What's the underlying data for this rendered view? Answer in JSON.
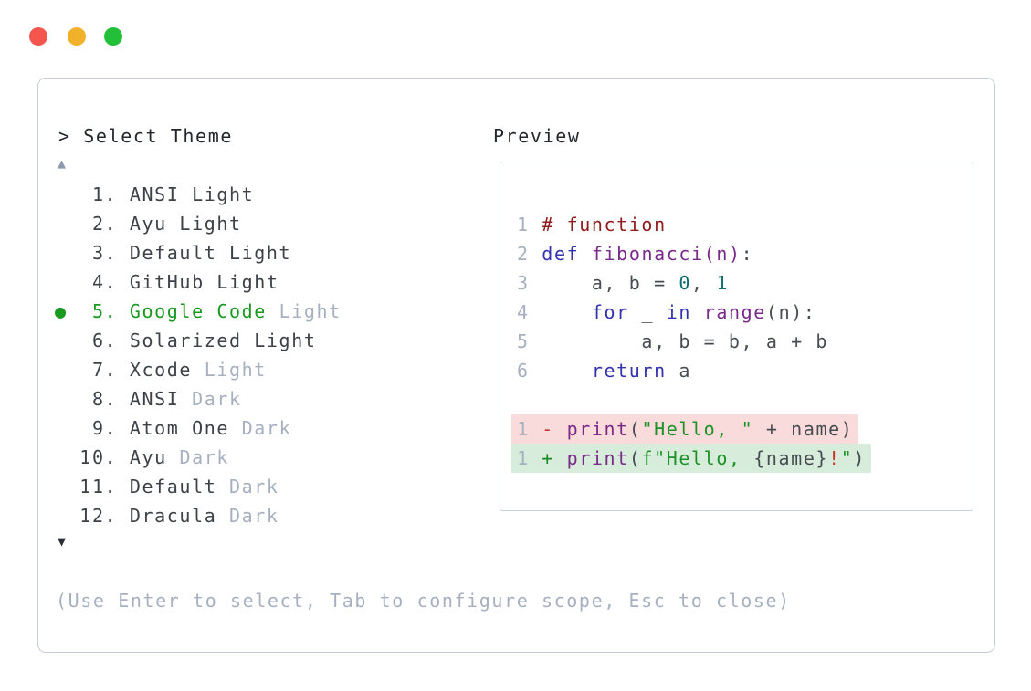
{
  "window": {
    "traffic_lights": [
      {
        "name": "close",
        "color": "#f4564d"
      },
      {
        "name": "minimize",
        "color": "#f1b12b"
      },
      {
        "name": "zoom",
        "color": "#22c038"
      }
    ]
  },
  "prompt": {
    "text": "> Select Theme"
  },
  "scroll": {
    "up_symbol": "▲",
    "down_symbol": "▼"
  },
  "theme_list": {
    "items": [
      {
        "num": " 1.",
        "name": "ANSI Light",
        "variant": "",
        "selected": false
      },
      {
        "num": " 2.",
        "name": "Ayu Light",
        "variant": "",
        "selected": false
      },
      {
        "num": " 3.",
        "name": "Default Light",
        "variant": "",
        "selected": false
      },
      {
        "num": " 4.",
        "name": "GitHub Light",
        "variant": "",
        "selected": false
      },
      {
        "num": " 5.",
        "name": "Google Code",
        "variant": "Light",
        "selected": true
      },
      {
        "num": " 6.",
        "name": "Solarized Light",
        "variant": "",
        "selected": false
      },
      {
        "num": " 7.",
        "name": "Xcode",
        "variant": "Light",
        "selected": false
      },
      {
        "num": " 8.",
        "name": "ANSI",
        "variant": "Dark",
        "selected": false
      },
      {
        "num": " 9.",
        "name": "Atom One",
        "variant": "Dark",
        "selected": false
      },
      {
        "num": "10.",
        "name": "Ayu",
        "variant": "Dark",
        "selected": false
      },
      {
        "num": "11.",
        "name": "Default",
        "variant": "Dark",
        "selected": false
      },
      {
        "num": "12.",
        "name": "Dracula",
        "variant": "Dark",
        "selected": false
      }
    ],
    "selected_bullet": "●"
  },
  "preview": {
    "label": "Preview",
    "lines": [
      {
        "ln": "1",
        "segments": [
          [
            "comment",
            "# function"
          ]
        ]
      },
      {
        "ln": "2",
        "segments": [
          [
            "keyword",
            "def"
          ],
          [
            "plain",
            " "
          ],
          [
            "title",
            "fibonacci"
          ],
          [
            "title",
            "(n)"
          ],
          [
            "plain",
            ":"
          ]
        ]
      },
      {
        "ln": "3",
        "segments": [
          [
            "plain",
            "    a, b = "
          ],
          [
            "number",
            "0"
          ],
          [
            "plain",
            ", "
          ],
          [
            "number",
            "1"
          ]
        ]
      },
      {
        "ln": "4",
        "segments": [
          [
            "plain",
            "    "
          ],
          [
            "keyword",
            "for"
          ],
          [
            "plain",
            " _ "
          ],
          [
            "keyword",
            "in"
          ],
          [
            "plain",
            " "
          ],
          [
            "title",
            "range"
          ],
          [
            "plain",
            "(n):"
          ]
        ]
      },
      {
        "ln": "5",
        "segments": [
          [
            "plain",
            "        a, b = b, a + b"
          ]
        ]
      },
      {
        "ln": "6",
        "segments": [
          [
            "plain",
            "    "
          ],
          [
            "keyword",
            "return"
          ],
          [
            "plain",
            " a"
          ]
        ]
      },
      {
        "blank": true
      },
      {
        "ln": "1",
        "bg": "diff_del_bg",
        "segments": [
          [
            "diff_minus",
            "- "
          ],
          [
            "title",
            "print"
          ],
          [
            "plain",
            "("
          ],
          [
            "string",
            "\"Hello, \""
          ],
          [
            "plain",
            " + name)"
          ]
        ]
      },
      {
        "ln": "1",
        "bg": "diff_add_bg",
        "segments": [
          [
            "diff_plus",
            "+ "
          ],
          [
            "title",
            "print"
          ],
          [
            "plain",
            "("
          ],
          [
            "string",
            "f\"Hello, "
          ],
          [
            "plain",
            "{name}"
          ],
          [
            "bang",
            "!"
          ],
          [
            "string",
            "\""
          ],
          [
            "plain",
            ")"
          ]
        ]
      }
    ]
  },
  "footer": {
    "hint": "(Use Enter to select, Tab to configure scope, Esc to close)"
  },
  "colors": {
    "accent_green": "#189a1e",
    "text_dark": "#3d4249",
    "text_muted": "#a7b0c0",
    "prompt_text": "#24282e",
    "line_number": "#a7b0c0",
    "arrow_up": "#8d98ac",
    "arrow_down": "#2a2e34",
    "panel_border": "#c7cdd7",
    "preview_border": "#ccd2db",
    "comment": "#8f1d1d",
    "keyword": "#3333ae",
    "title": "#7a2a8a",
    "number": "#0b6e6e",
    "string": "#1d9327",
    "plain": "#474c52",
    "diff_minus": "#c8332c",
    "diff_plus": "#1a8a24",
    "bang": "#c8332c",
    "diff_del_bg": "#fadbdb",
    "diff_add_bg": "#d7ecdb"
  }
}
